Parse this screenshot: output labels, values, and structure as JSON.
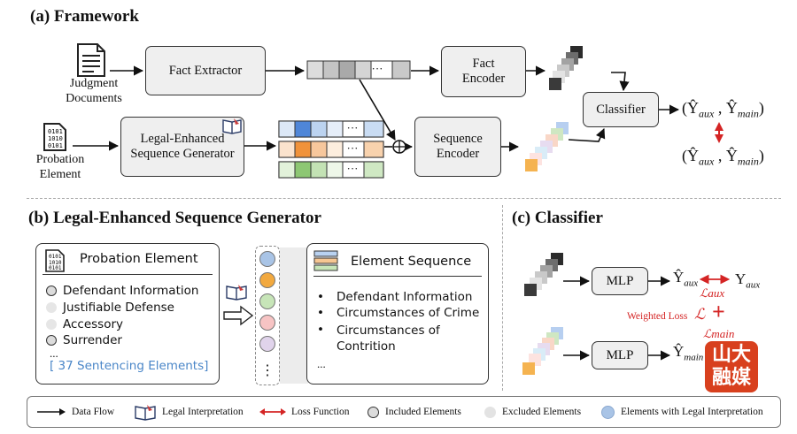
{
  "sections": {
    "framework_title": "(a) Framework",
    "generator_title": "(b) Legal-Enhanced Sequence Generator",
    "classifier_title": "(c) Classifier"
  },
  "framework": {
    "judgment_label": "Judgment\nDocuments",
    "probation_label": "Probation\nElement",
    "fact_extractor": "Fact Extractor",
    "legal_generator": "Legal-Enhanced\nSequence Generator",
    "fact_encoder": "Fact\nEncoder",
    "sequence_encoder": "Sequence\nEncoder",
    "classifier": "Classifier",
    "ellipsis": "···",
    "output_hat": "(Ŷ",
    "aux": "aux",
    "main": "main",
    "comma": " , Ŷ",
    "close": ")"
  },
  "generator": {
    "probation_panel_title": "Probation Element",
    "items": [
      {
        "label": "Defendant Information",
        "state": "included"
      },
      {
        "label": "Justifiable Defense",
        "state": "excluded"
      },
      {
        "label": "Accessory",
        "state": "excluded"
      },
      {
        "label": "Surrender",
        "state": "included"
      }
    ],
    "ellipsis": "...",
    "count_text": "[ 37 Sentencing Elements]",
    "sequence_panel_title": "Element Sequence",
    "sequence_items": [
      "Defendant Information",
      "Circumstances of Crime",
      "Circumstances of\nContrition"
    ],
    "sequence_ellipsis": "...",
    "column_dots": "⋮",
    "column_colors": [
      "#a9c4e6",
      "#f2a93f",
      "#c7e5b8",
      "#f7c4c4",
      "#e0d3eb"
    ]
  },
  "classifier": {
    "mlp_label": "MLP",
    "y_hat": "Ŷ",
    "y": "Y",
    "aux": "aux",
    "main": "main",
    "loss_aux": "ℒaux",
    "loss_main": "ℒmain",
    "weighted_loss": "Weighted Loss",
    "loss_symbol": "ℒ",
    "plus": "+",
    "watermark": "山大\n融媒"
  },
  "legend": {
    "data_flow": "Data Flow",
    "legal_interpretation": "Legal Interpretation",
    "loss_function": "Loss Function",
    "included": "Included Elements",
    "excluded": "Excluded Elements",
    "with_legal": "Elements with  Legal Interpretation"
  },
  "colors": {
    "blue_cell": "#4f86d8",
    "orange_cell": "#f0923a",
    "green_cell": "#8dc773",
    "loss_red": "#d42424",
    "count_text": "#4a86c8"
  }
}
